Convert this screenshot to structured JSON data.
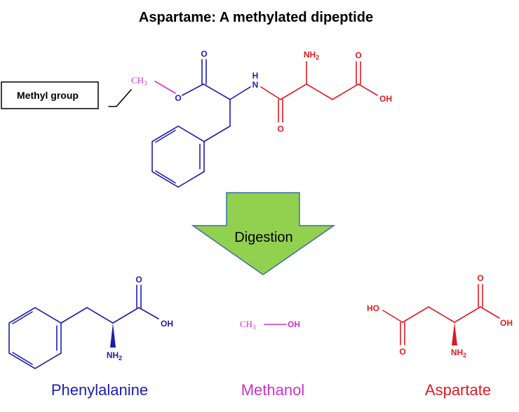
{
  "title": "Aspartame: A methylated dipeptide",
  "callout": {
    "label": "Methyl group"
  },
  "aspartame": {
    "methyl": "CH3",
    "ester_o": "O",
    "carbonyl_o": "O",
    "amide_n": "N",
    "amide_h": "H",
    "amide_o": "O",
    "nh2": "NH2",
    "acid_o": "O",
    "acid_oh": "OH"
  },
  "arrow": {
    "label": "Digestion"
  },
  "products": {
    "phenylalanine": {
      "name": "Phenylalanine",
      "o": "O",
      "oh": "OH",
      "nh2": "NH2"
    },
    "methanol": {
      "name": "Methanol",
      "ch3": "CH3",
      "oh": "OH"
    },
    "aspartate": {
      "name": "Aspartate",
      "ho": "HO",
      "o_left": "O",
      "o_right": "O",
      "oh": "OH",
      "nh2": "NH2"
    }
  },
  "colors": {
    "phenylalanine": "#1c1cad",
    "aspartate": "#e01b22",
    "methanol": "#cc33cc",
    "arrow_fill": "#92d050",
    "arrow_stroke": "#3a6ea5"
  }
}
